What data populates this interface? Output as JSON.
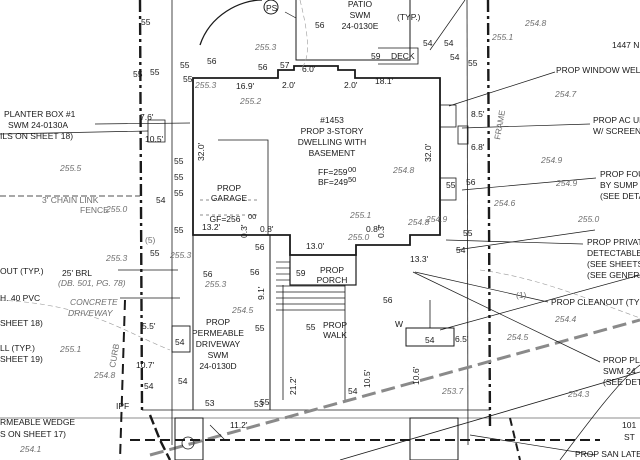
{
  "building": {
    "title_line1": "#1453",
    "title_line2": "PROP 3-STORY",
    "title_line3": "DWELLING WITH",
    "title_line4": "BASEMENT",
    "ff": "FF=259",
    "bf": "BF=249",
    "ff_sup": "00",
    "bf_sup": "50"
  },
  "garage": {
    "line1": "PROP",
    "line2": "GARAGE",
    "gf": "GF=256",
    "gf_sup": "00"
  },
  "porch": {
    "line1": "PROP",
    "line2": "PORCH"
  },
  "walk": {
    "line1": "PROP",
    "line2": "WALK"
  },
  "driveway": {
    "line1": "PROP",
    "line2": "PERMEABLE",
    "line3": "DRIVEWAY",
    "line4": "SWM",
    "line5": "24-0130D"
  },
  "patio": {
    "line1": "PATIO",
    "line2": "SWM",
    "line3": "24-0130E"
  },
  "deck": "DECK",
  "ps": "PS",
  "callouts": {
    "window_well": "PROP WINDOW WELL",
    "ac_unit_1": "PROP AC UN",
    "ac_unit_2": "W/ SCREENI",
    "fou_1": "PROP FOU",
    "fou_2": "BY SUMP",
    "fou_3": "(SEE DETA",
    "private_1": "PROP PRIVATE",
    "private_2": "DETECTABLE T",
    "private_3": "(SEE SHEETS",
    "private_4": "(SEE GENERAL",
    "cleanout": "PROP CLEANOUT (TYP.)",
    "pla_1": "PROP PLA",
    "pla_2": "SWM 24",
    "pla_3": "(SEE DET",
    "san_lat": "PROP SAN LATE",
    "planter_1": "PLANTER BOX #1",
    "planter_2": "SWM 24-0130A",
    "planter_3": "ILS ON SHEET 18)",
    "chain_1": "3' CHAIN LINK",
    "chain_2": "FENCE",
    "out_typ": "OUT (TYP.)",
    "brl_1": "25' BRL",
    "brl_2": "(DB. 501, PG. 78)",
    "pvc": "H. 40 PVC",
    "sheet18": "SHEET 18)",
    "concrete_1": "CONCRETE",
    "concrete_2": "DRIVEWAY",
    "ll_typ": "LL (TYP.)",
    "sheet19": "SHEET 19)",
    "wedge_1": "RMEABLE WEDGE",
    "wedge_2": "S ON SHEET 17)",
    "curb": "CURB",
    "ipf": "IPF",
    "frame": "FRAME",
    "bl_1447": "1447 N",
    "num_101": "101",
    "num_st": "ST",
    "w": "W",
    "typ_i": "(1)",
    "typ_5": "(5)",
    "typ_t": "(TYP.)"
  },
  "dims": {
    "d_6_0": "6.0'",
    "d_2_0a": "2.0'",
    "d_2_0b": "2.0'",
    "d_18_1": "18.1'",
    "d_16_9": "16.9'",
    "d_32_0a": "32.0'",
    "d_32_0b": "32.0'",
    "d_10_5": "10.5'",
    "d_7_6": "7.6'",
    "d_13_2": "13.2'",
    "d_0_3a": "0.3'",
    "d_0_8a": "0.8'",
    "d_13_0": "13.0'",
    "d_0_8b": "0.8'",
    "d_0_3b": "0.3'",
    "d_13_3": "13.3'",
    "d_9_1": "9.1'",
    "d_5_5": "5.5'",
    "d_10_7": "10.7'",
    "d_21_2": "21.2'",
    "d_6_5": "6.5'",
    "d_10_6": "10.6'",
    "d_10_5b": "10.5'",
    "d_11_2": "11.2'",
    "d_6_8": "6.8'",
    "d_8_5": "8.5'"
  },
  "spots": {
    "s_255_3a": "255.3",
    "s_255_2": "255.2",
    "s_255_3b": "255.3",
    "s_255_5": "255.5",
    "s_255_0a": "255.0",
    "s_255_1": "255.1",
    "s_255_0b": "255.0",
    "s_254_8a": "254.8",
    "s_254_8b": "254.8",
    "s_254_8c": "254.8",
    "s_254_7": "254.7",
    "s_254_9a": "254.9",
    "s_254_9b": "254.9",
    "s_255_0c": "255.0",
    "s_254_6": "254.6",
    "s_255_1b": "255.1",
    "s_254_4": "254.4",
    "s_254_3": "254.3",
    "s_254_1": "254.1",
    "s_255_3c": "255.3",
    "s_255_3d": "255.3",
    "s_254_5": "254.5",
    "s_254_5b": "254.5",
    "s_255_1c": "255.1",
    "s_255_3e": "255.3",
    "s_254_8d": "254.8",
    "s_253_7": "253.7",
    "s_254_9c": "254.9"
  },
  "elev": {
    "e1": "55",
    "e2": "55",
    "e3": "55",
    "e4": "55",
    "e5": "55",
    "e6": "56",
    "e7": "56",
    "e8": "57",
    "e9": "56",
    "e10": "59",
    "e11": "54",
    "e12": "55",
    "e13": "55",
    "e14": "54",
    "e15": "55",
    "e16": "55",
    "e17": "55",
    "e18": "56",
    "e19": "56",
    "e20": "56",
    "e21": "59",
    "e22": "55",
    "e23": "55",
    "e24": "54",
    "e25": "54",
    "e26": "56",
    "e27": "54",
    "e28": "54",
    "e29": "53",
    "e30": "53",
    "e31": "55",
    "e32": "56",
    "e33": "54",
    "e34": "54",
    "e35": "55",
    "e36": "55",
    "e37": "54",
    "e38": "55",
    "e39": "54"
  }
}
